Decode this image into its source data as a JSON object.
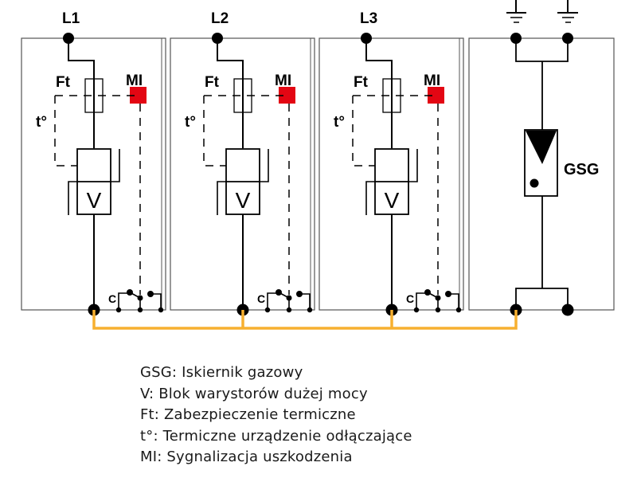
{
  "diagram": {
    "title": "Surge protection device wiring schematic",
    "colors": {
      "wire": "#000000",
      "panel_border": "#555555",
      "indicator": "#e30613",
      "bus": "#f7b030"
    },
    "phases": [
      {
        "line_label": "L1",
        "fuse_label": "Ft",
        "indicator_label": "MI",
        "thermal_label": "t°",
        "varistor_label": "V",
        "contact_label": "C"
      },
      {
        "line_label": "L2",
        "fuse_label": "Ft",
        "indicator_label": "MI",
        "thermal_label": "t°",
        "varistor_label": "V",
        "contact_label": "C"
      },
      {
        "line_label": "L3",
        "fuse_label": "Ft",
        "indicator_label": "MI",
        "thermal_label": "t°",
        "varistor_label": "V",
        "contact_label": "C"
      }
    ],
    "gas_module": {
      "label": "GSG"
    },
    "ground_symbols": [
      "ground-icon",
      "ground-icon"
    ]
  },
  "legend": [
    "GSG: Iskiernik gazowy",
    "V: Blok warystorów dużej mocy",
    "Ft: Zabezpieczenie termiczne",
    "t°: Termiczne urządzenie odłączające",
    "MI: Sygnalizacja uszkodzenia"
  ]
}
